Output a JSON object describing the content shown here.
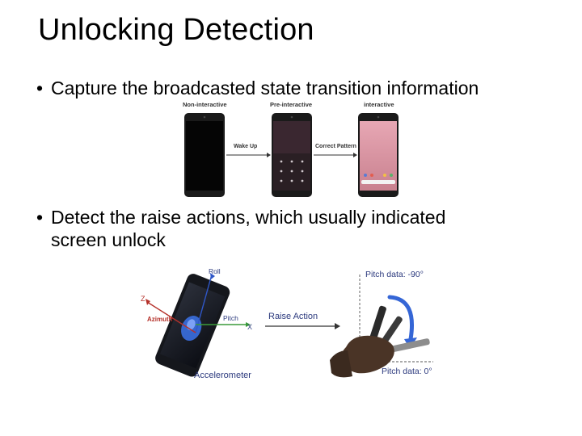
{
  "slide": {
    "title": "Unlocking Detection",
    "bullets": [
      {
        "text": "Capture the broadcasted state transition information"
      },
      {
        "line1": "Detect the raise actions, which usually indicated",
        "line2": "screen unlock"
      }
    ]
  },
  "figure1": {
    "phone_labels": [
      "Non-interactive",
      "Pre-interactive",
      "interactive"
    ],
    "arrow_labels": [
      "Wake Up",
      "Correct Pattern"
    ]
  },
  "figure2": {
    "axis_labels": {
      "roll": "Roll",
      "z": "Z",
      "azimuth": "Azimuth",
      "pitch": "Pitch",
      "x": "X"
    },
    "sensor_label": "Accelerometer",
    "action_label": "Raise Action",
    "pitch_top": "Pitch data: -90°",
    "pitch_bottom": "Pitch data: 0°",
    "colors": {
      "label_blue": "#2c3a7e",
      "accent_blue": "#2f57c8",
      "axis_red": "#b5312a",
      "axis_green": "#3a9a3a"
    }
  }
}
